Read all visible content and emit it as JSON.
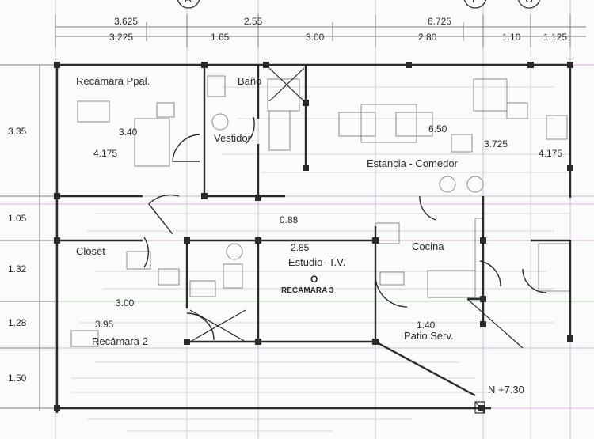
{
  "grid_markers": [
    "A",
    "F",
    "G"
  ],
  "top_dims_row1": [
    "3.625",
    "2.55",
    "6.725"
  ],
  "top_dims_row2": [
    "3.225",
    "1.65",
    "3.00",
    "2.80",
    "1.10",
    "1.125"
  ],
  "left_dims": [
    "3.35",
    "1.05",
    "1.32",
    "1.28",
    "1.50"
  ],
  "rooms": {
    "master_bedroom": "Recámara Ppal.",
    "bathroom": "Baño",
    "dressing": "Vestidor",
    "living_dining": "Estancia - Comedor",
    "closet": "Closet",
    "study": "Estudio- T.V.",
    "study_or": "Ó",
    "study_alt": "RECAMARA 3",
    "kitchen": "Cocina",
    "bedroom2": "Recámara 2",
    "service_patio": "Patio Serv."
  },
  "interior_dims": {
    "d340": "3.40",
    "d4175a": "4.175",
    "d650": "6.50",
    "d3725": "3.725",
    "d4175b": "4.175",
    "d088": "0.88",
    "d285": "2.85",
    "d300": "3.00",
    "d395": "3.95",
    "d140": "1.40"
  },
  "level": "N +7.30",
  "colors": {
    "wall": "#2b2b2b",
    "dim_line": "#7d7d7d",
    "guide_magenta": "#c76bc7",
    "guide_green": "#8fcf8f",
    "guide_blue": "#8fa8d8"
  }
}
